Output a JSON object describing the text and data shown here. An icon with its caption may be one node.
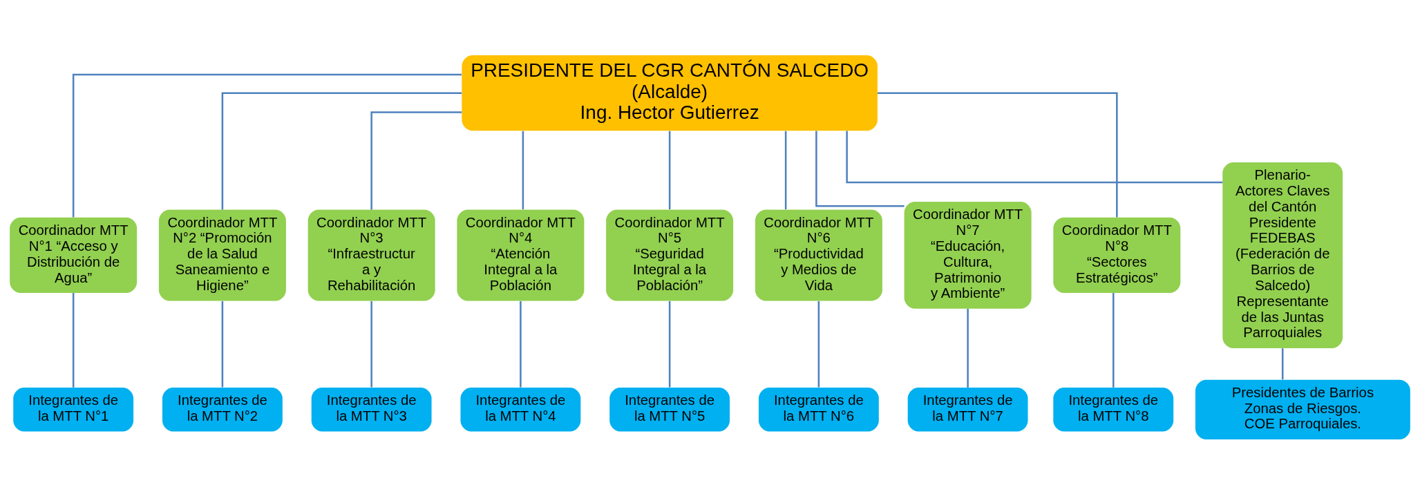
{
  "diagram": {
    "nodes": [
      {
        "text": [
          "PRESIDENTE DEL CGR CANTÓN SALCEDO (Alcalde)",
          "Ing. Hector Gutierrez"
        ]
      },
      {
        "text": [
          "Coordinador MTT N°1 “Acceso y Distribución de Agua”"
        ]
      },
      {
        "text": [
          "Coordinador MTT N°2 “Promoción de la Salud Saneamiento e Higiene”"
        ]
      },
      {
        "text": [
          "Coordinador MTT N°3 “Infraestructur a y Rehabilitación"
        ]
      },
      {
        "text": [
          "Coordinador MTT N°4",
          "“Atención Integral a la Población"
        ]
      },
      {
        "text": [
          "Coordinador MTT N°5",
          "“Seguridad Integral a la Población”"
        ]
      },
      {
        "text": [
          "Coordinador MTT N°6",
          "“Productividad y Medios de Vida"
        ]
      },
      {
        "text": [
          "Coordinador MTT N°7",
          "“Educación, Cultura, Patrimonio",
          "y Ambiente”"
        ]
      },
      {
        "text": [
          "Coordinador MTT N°8",
          "“Sectores Estratégicos”"
        ]
      },
      {
        "text": [
          "Plenario- Actores Claves del Cantón Presidente FEDEBAS",
          "(Federación de Barrios de Salcedo)",
          "Representante de las Juntas Parroquiales"
        ]
      },
      {
        "text": [
          "Integrantes de la MTT N°1"
        ]
      },
      {
        "text": [
          "Integrantes de la MTT N°2"
        ]
      },
      {
        "text": [
          "Integrantes de la MTT N°3"
        ]
      },
      {
        "text": [
          "Integrantes de la MTT N°4"
        ]
      },
      {
        "text": [
          "Integrantes de la MTT N°5"
        ]
      },
      {
        "text": [
          "Integrantes de la MTT N°6"
        ]
      },
      {
        "text": [
          "Integrantes de la MTT N°7"
        ]
      },
      {
        "text": [
          "Integrantes de la MTT N°8"
        ]
      },
      {
        "text": [
          "Presidentes de Barrios",
          "Zonas de Riesgos.",
          "COE Parroquiales."
        ]
      }
    ],
    "edges": [
      {
        "from": 0,
        "to": 1,
        "arrow": "none"
      },
      {
        "from": 0,
        "to": 2,
        "arrow": "none"
      },
      {
        "from": 0,
        "to": 3,
        "arrow": "none"
      },
      {
        "from": 0,
        "to": 4,
        "arrow": "none"
      },
      {
        "from": 0,
        "to": 5,
        "arrow": "none"
      },
      {
        "from": 0,
        "to": 6,
        "arrow": "none"
      },
      {
        "from": 0,
        "to": 7,
        "arrow": "none"
      },
      {
        "from": 0,
        "to": 8,
        "arrow": "none"
      },
      {
        "from": 0,
        "to": 9,
        "arrow": "none"
      },
      {
        "from": 1,
        "to": 10,
        "arrow": "none"
      },
      {
        "from": 2,
        "to": 11,
        "arrow": "none"
      },
      {
        "from": 3,
        "to": 12,
        "arrow": "none"
      },
      {
        "from": 4,
        "to": 13,
        "arrow": "none"
      },
      {
        "from": 5,
        "to": 14,
        "arrow": "none"
      },
      {
        "from": 6,
        "to": 15,
        "arrow": "none"
      },
      {
        "from": 7,
        "to": 16,
        "arrow": "none"
      },
      {
        "from": 8,
        "to": 17,
        "arrow": "none"
      },
      {
        "from": 9,
        "to": 18,
        "arrow": "none"
      }
    ]
  }
}
